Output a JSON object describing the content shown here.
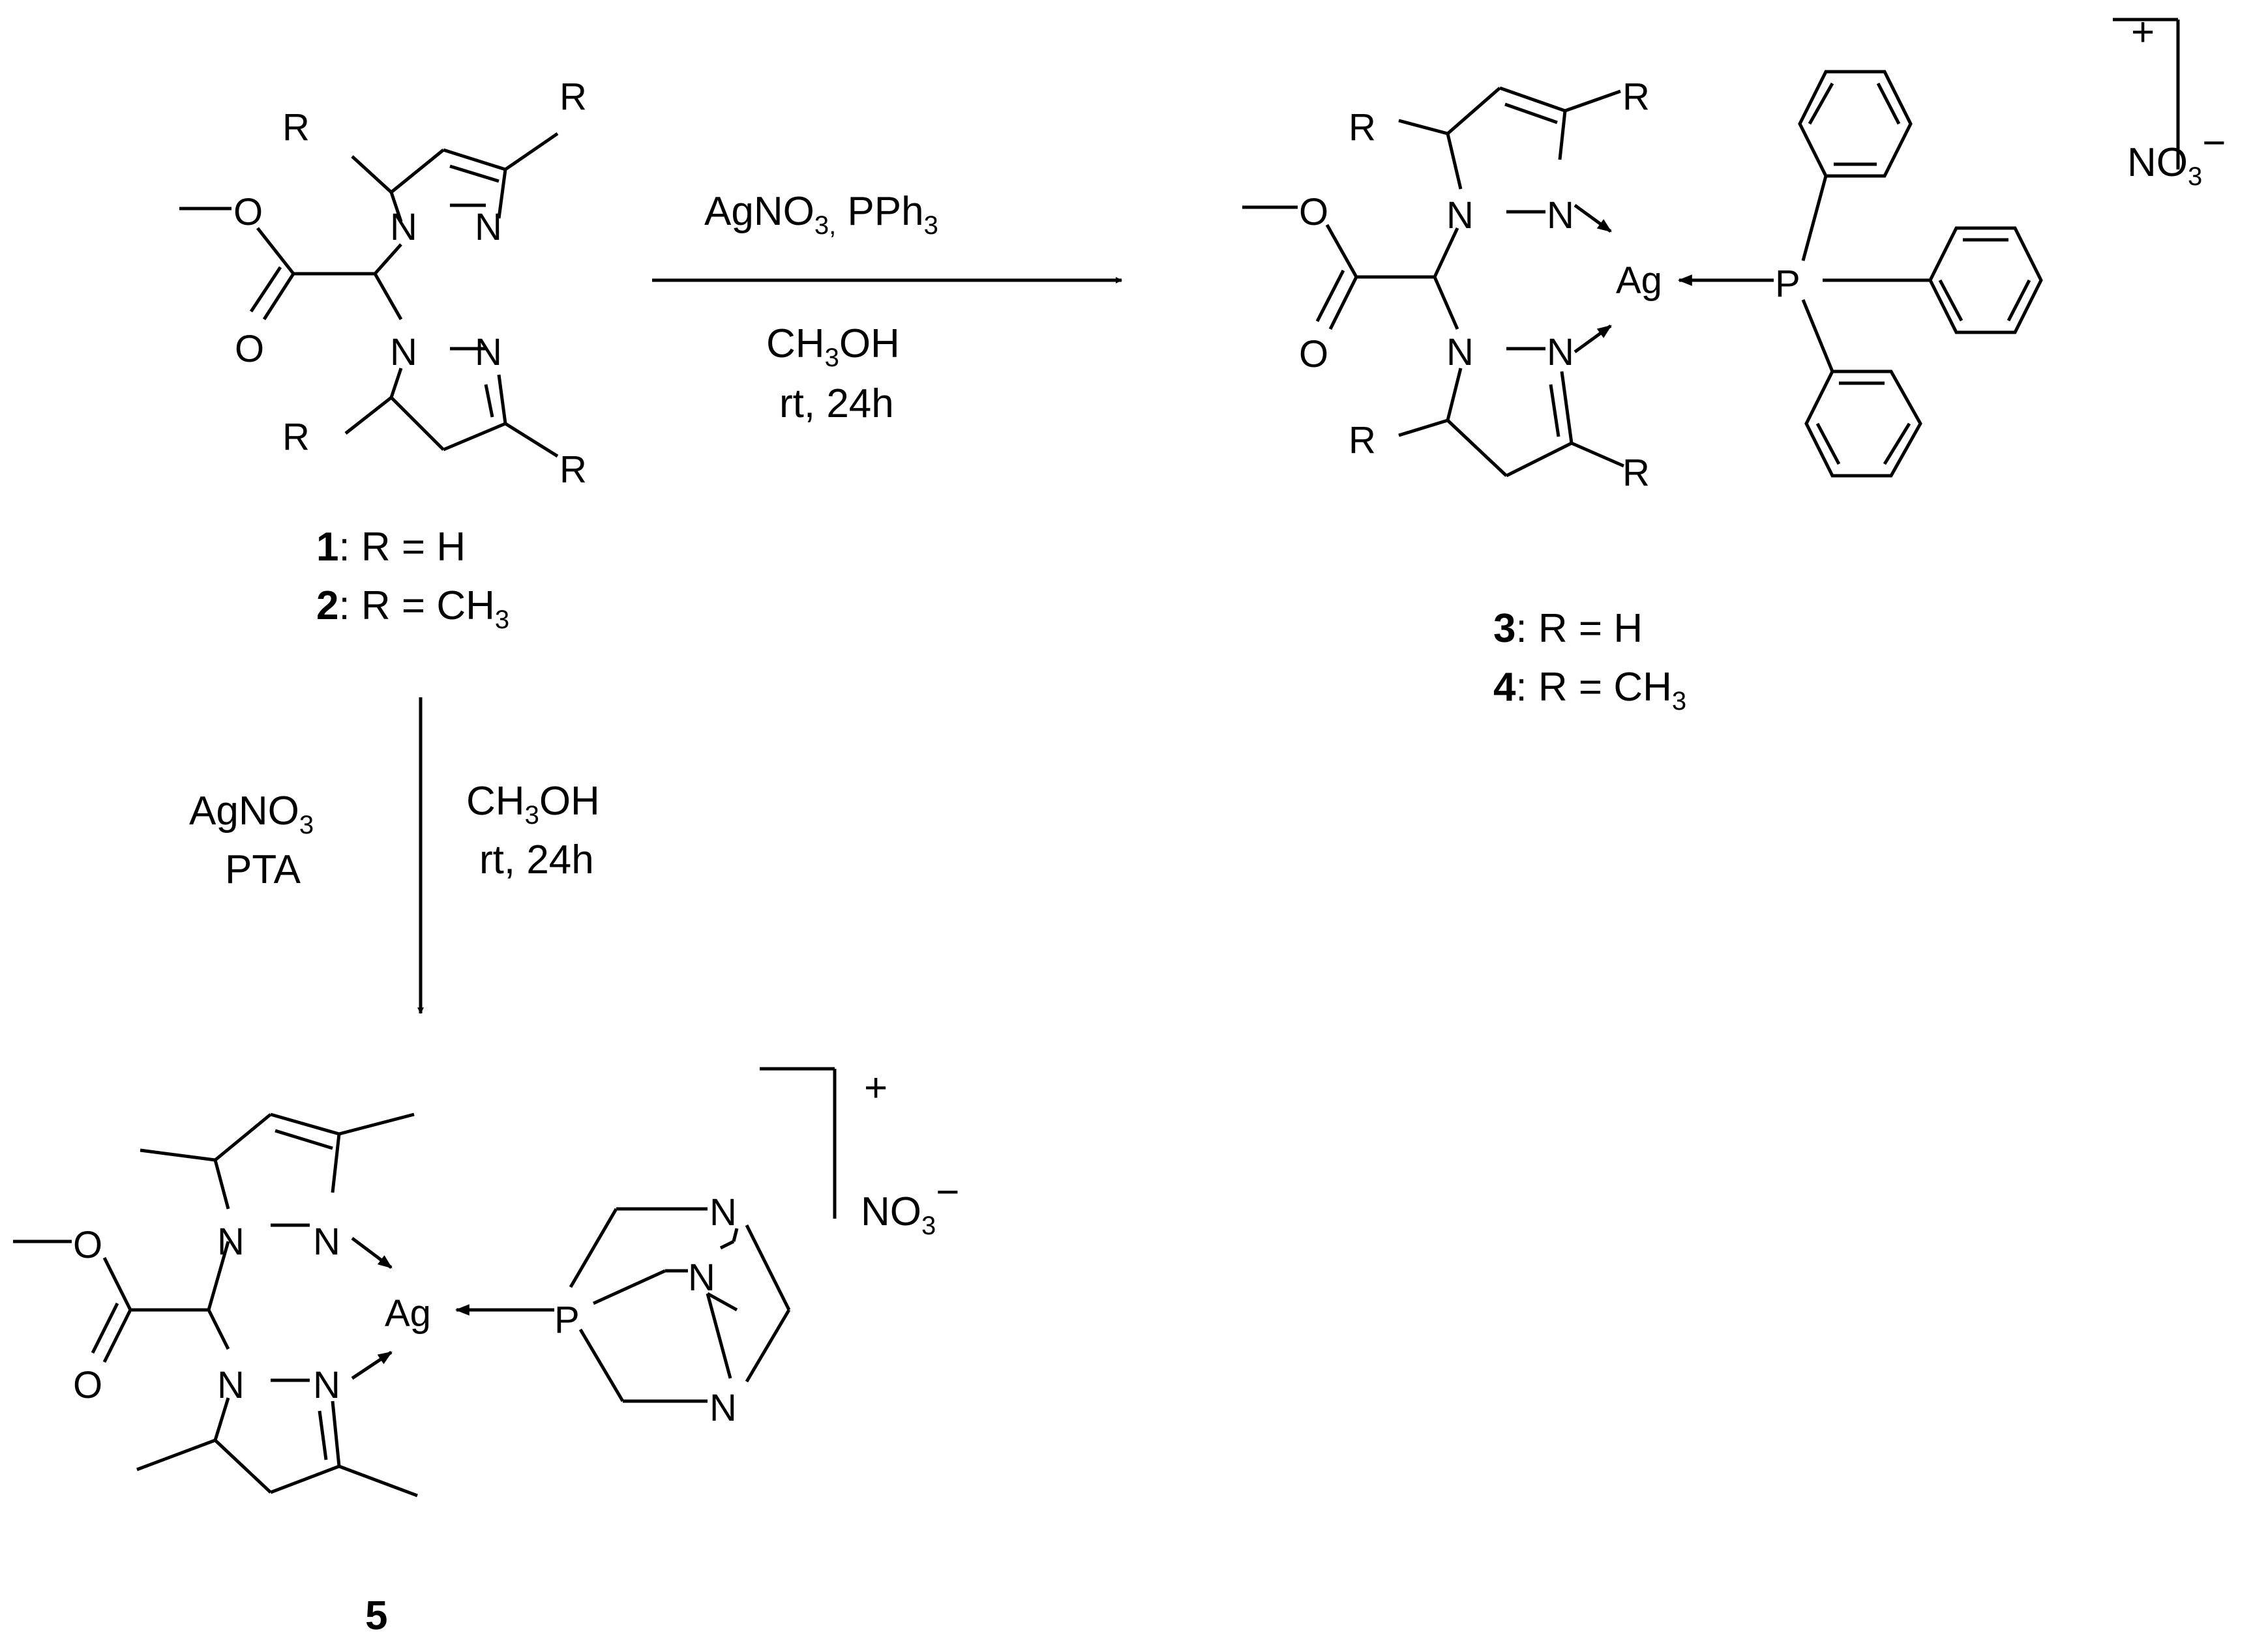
{
  "compound_labels": {
    "c1": {
      "num": "1",
      "text": ": R = H"
    },
    "c2": {
      "num": "2",
      "text": ": R = CH",
      "sub": "3"
    },
    "c3": {
      "num": "3",
      "text": ": R = H"
    },
    "c4": {
      "num": "4",
      "text": ": R = CH",
      "sub": "3"
    },
    "c5": {
      "num": "5"
    }
  },
  "arrow_right": {
    "reagent_a": "AgNO",
    "reagent_a_sub": "3,",
    "reagent_b": " PPh",
    "reagent_b_sub": "3",
    "solvent_a": "CH",
    "solvent_sub": "3",
    "solvent_b": "OH",
    "conditions": "rt, 24h"
  },
  "arrow_down": {
    "reagent_a": "AgNO",
    "reagent_a_sub": "3",
    "reagent_b": "PTA",
    "solvent_a": "CH",
    "solvent_sub": "3",
    "solvent_b": "OH",
    "conditions": "rt, 24h"
  },
  "atoms": {
    "R": "R",
    "N": "N",
    "O": "O",
    "Ag": "Ag",
    "P": "P"
  },
  "counterion": {
    "charge": "+",
    "ion_a": "NO",
    "ion_sub": "3",
    "ion_charge": "−"
  }
}
